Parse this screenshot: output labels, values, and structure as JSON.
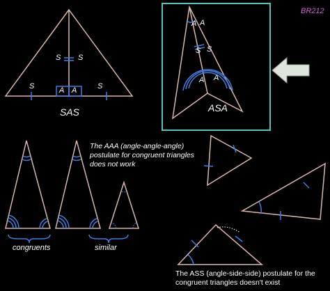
{
  "tag": "BR212",
  "sas": {
    "title": "SAS",
    "side_top_left": "S",
    "side_top_right": "S",
    "side_bottom_left": "S",
    "side_bottom_right": "S",
    "angle_left": "A",
    "angle_right": "A"
  },
  "asa": {
    "title": "ASA",
    "angle_top_left": "A",
    "angle_top_right": "A",
    "side_left": "S",
    "side_right": "S",
    "angle_bottom_left": "A",
    "angle_bottom_right": "A"
  },
  "aaa": {
    "note": "The AAA (angle-angle-angle) postulate for congruent triangles does not work",
    "congruents": "congruents",
    "similar": "similar"
  },
  "ass": {
    "note": "The ASS (angle-side-side) postulate for the congruent triangles doesn't exist"
  },
  "colors": {
    "triangle_stroke": "#d8b8b0",
    "mark": "#3f7fe0",
    "highlight_box": "#4fc7c0",
    "arrow_fill": "#dde5dd",
    "tag": "#d45ad8"
  },
  "icons": {
    "pointer": "left-arrow-icon"
  }
}
